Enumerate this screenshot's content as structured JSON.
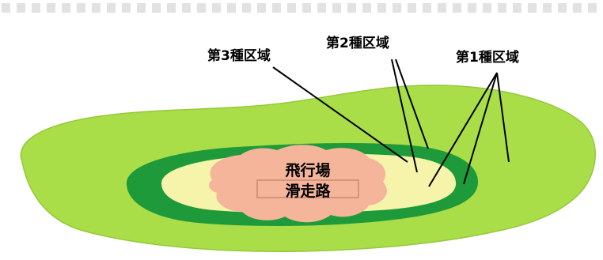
{
  "labels": {
    "zone3": "第3種区域",
    "zone2": "第2種区域",
    "zone1": "第1種区域",
    "airfield": "飛行場",
    "runway": "滑走路"
  },
  "colors": {
    "zone1_fill": "#aade48",
    "zone1_stroke": "#95c83a",
    "zone2_fill": "#1e9a3a",
    "zone3_fill": "#f6f3aa",
    "airfield_fill": "#f4b59b",
    "runway_stroke": "#c98a70",
    "leader_line": "#000000",
    "topbar_dash": "#e2e2e2"
  }
}
